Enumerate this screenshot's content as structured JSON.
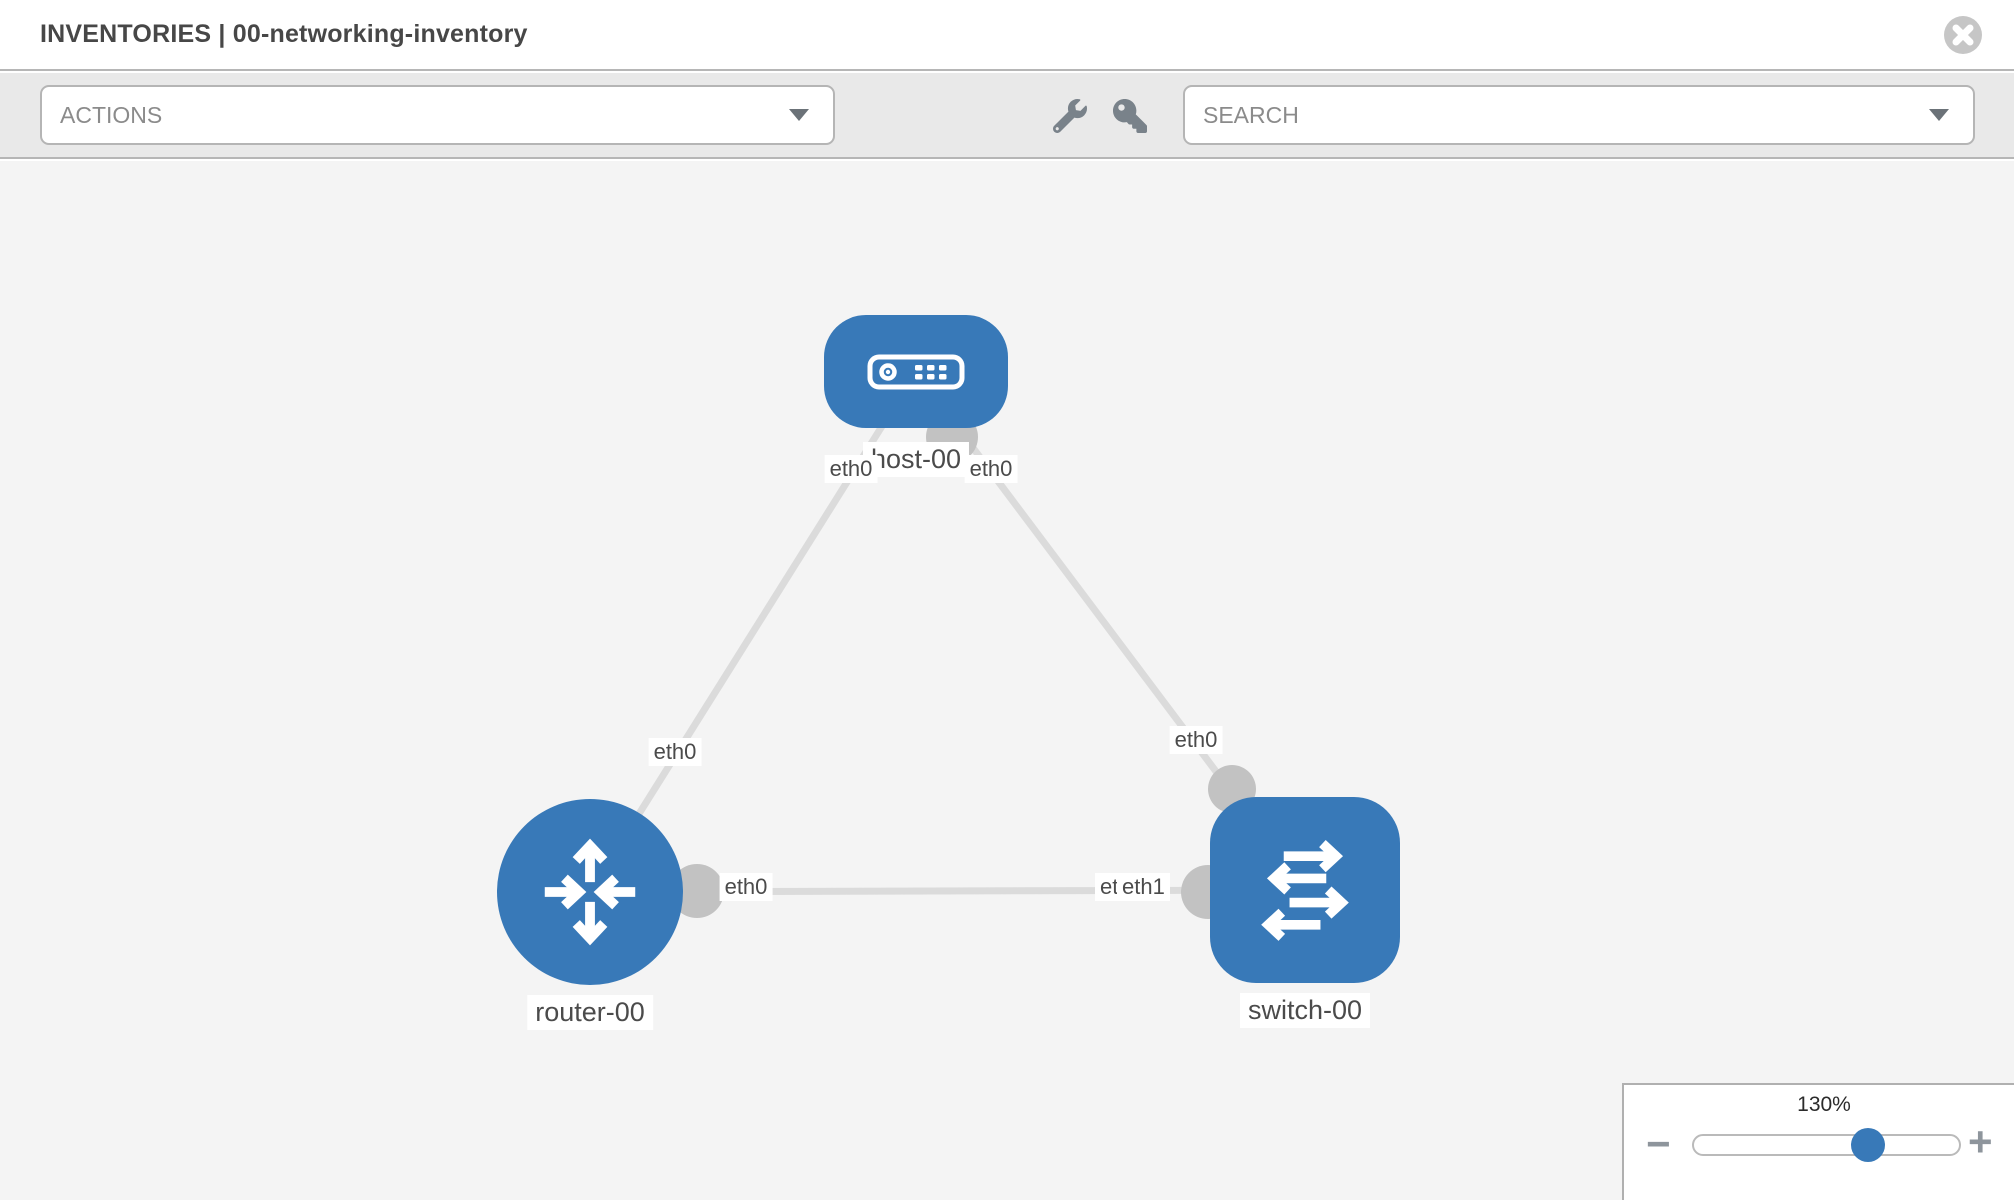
{
  "header": {
    "section": "INVENTORIES",
    "separator": "|",
    "inventory_name": "00-networking-inventory"
  },
  "toolbar": {
    "actions_label": "ACTIONS",
    "search_label": "SEARCH",
    "icons": [
      "wrench-icon",
      "key-icon"
    ]
  },
  "topology": {
    "nodes": [
      {
        "label": "host-00",
        "type": "host"
      },
      {
        "label": "router-00",
        "type": "router"
      },
      {
        "label": "switch-00",
        "type": "switch"
      }
    ],
    "links": [
      {
        "from": "host-00",
        "from_interface": "eth0",
        "to": "router-00",
        "to_interface": "eth0"
      },
      {
        "from": "host-00",
        "from_interface": "eth0",
        "to": "switch-00",
        "to_interface": "eth0"
      },
      {
        "from": "router-00",
        "from_interface": "eth0",
        "to": "switch-00",
        "to_interface": "eth1",
        "to_interface_overlap": "eth1"
      }
    ]
  },
  "zoom_control": {
    "level": "130%",
    "percent": 130,
    "minus_glyph": "−",
    "plus_glyph": "+"
  },
  "colors": {
    "node_blue": "#3879b8",
    "link_gray": "#dbdbdb",
    "endpoint_gray": "#c2c2c2",
    "canvas_bg": "#f4f4f4",
    "toolbar_bg": "#e9e9e9",
    "border_gray": "#b6b6b6",
    "title_text": "#474747",
    "dropdown_text": "#8b8b8b"
  }
}
